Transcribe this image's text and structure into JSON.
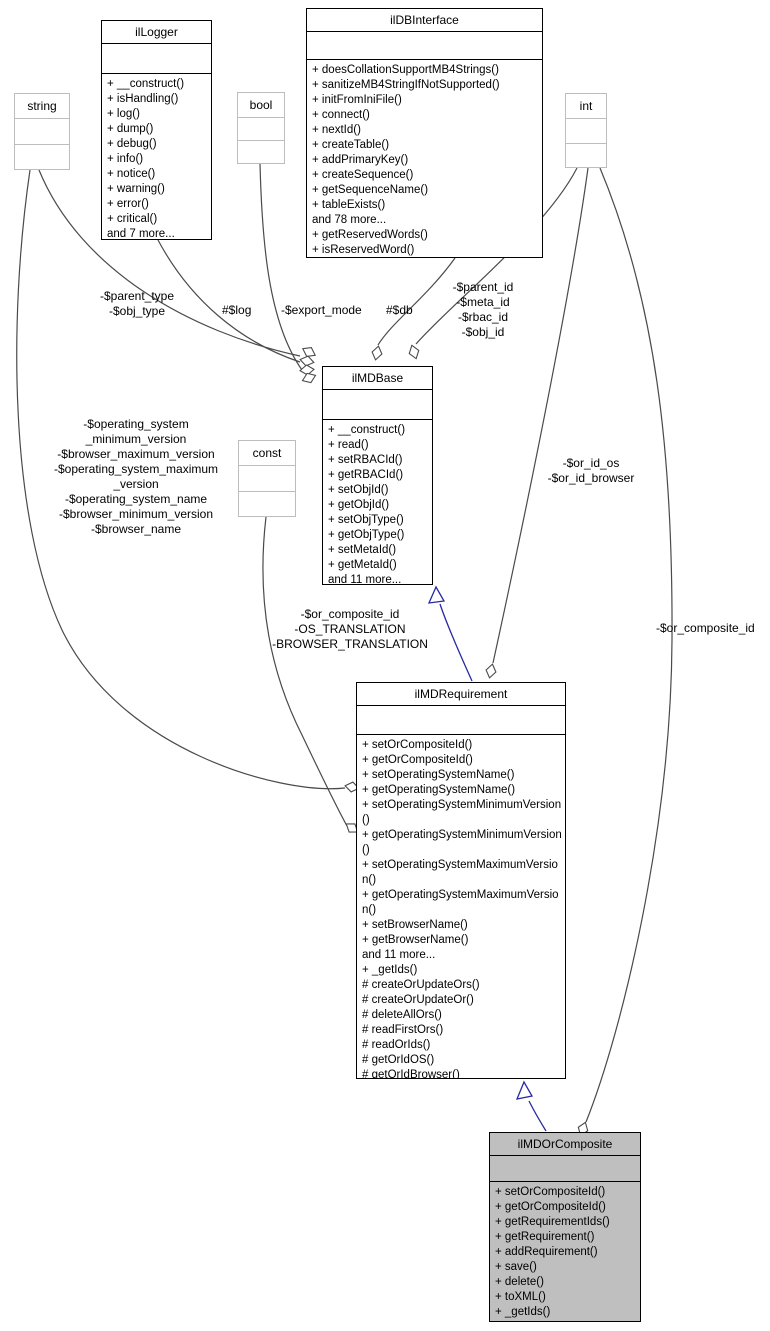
{
  "colors": {
    "edge-color": "#4a4a4a",
    "inherit-color": "#2929a3",
    "highlight-fill": "#bfbfbf",
    "type-border": "#bdbdbd"
  },
  "classes": {
    "ilLogger": {
      "title": "ilLogger",
      "methods": [
        "+ __construct()",
        "+ isHandling()",
        "+ log()",
        "+ dump()",
        "+ debug()",
        "+ info()",
        "+ notice()",
        "+ warning()",
        "+ error()",
        "+ critical()",
        "and 7 more..."
      ]
    },
    "ilDBInterface": {
      "title": "ilDBInterface",
      "methods": [
        "+ doesCollationSupportMB4Strings()",
        "+ sanitizeMB4StringIfNotSupported()",
        "+ initFromIniFile()",
        "+ connect()",
        "+ nextId()",
        "+ createTable()",
        "+ addPrimaryKey()",
        "+ createSequence()",
        "+ getSequenceName()",
        "+ tableExists()",
        "and 78 more...",
        "+ getReservedWords()",
        "+ isReservedWord()"
      ]
    },
    "ilMDBase": {
      "title": "ilMDBase",
      "methods": [
        "+ __construct()",
        "+ read()",
        "+ setRBACId()",
        "+ getRBACId()",
        "+ setObjId()",
        "+ getObjId()",
        "+ setObjType()",
        "+ getObjType()",
        "+ setMetaId()",
        "+ getMetaId()",
        "and 11 more..."
      ]
    },
    "ilMDRequirement": {
      "title": "ilMDRequirement",
      "methods": [
        "+ setOrCompositeId()",
        "+ getOrCompositeId()",
        "+ setOperatingSystemName()",
        "+ getOperatingSystemName()",
        "+ setOperatingSystemMinimumVersion()",
        "+ getOperatingSystemMinimumVersion()",
        "+ setOperatingSystemMaximumVersion()",
        "+ getOperatingSystemMaximumVersion()",
        "+ setBrowserName()",
        "+ getBrowserName()",
        "and 11 more...",
        "+ _getIds()",
        "# createOrUpdateOrs()",
        "# createOrUpdateOr()",
        "# deleteAllOrs()",
        "# readFirstOrs()",
        "# readOrIds()",
        "# getOrIdOS()",
        "# getOrIdBrowser()"
      ]
    },
    "ilMDOrComposite": {
      "title": "ilMDOrComposite",
      "methods": [
        "+ setOrCompositeId()",
        "+ getOrCompositeId()",
        "+ getRequirementIds()",
        "+ getRequirement()",
        "+ addRequirement()",
        "+ save()",
        "+ delete()",
        "+ toXML()",
        "+ _getIds()"
      ]
    }
  },
  "types": {
    "string": "string",
    "bool": "bool",
    "int": "int",
    "const": "const"
  },
  "edge_labels": {
    "parent_type": "-$parent_type\n-$obj_type",
    "log": "#$log",
    "export_mode": "-$export_mode",
    "db": "#$db",
    "parent_id": "-$parent_id\n-$meta_id\n-$rbac_id\n-$obj_id",
    "or_id": "-$or_id_os\n-$or_id_browser",
    "or_composite_id_right": "-$or_composite_id",
    "operating_system": "-$operating_system\n_minimum_version\n-$browser_maximum_version\n-$operating_system_maximum\n_version\n-$operating_system_name\n-$browser_minimum_version\n-$browser_name",
    "or_composite_const": "-$or_composite_id\n-OS_TRANSLATION\n-BROWSER_TRANSLATION"
  }
}
